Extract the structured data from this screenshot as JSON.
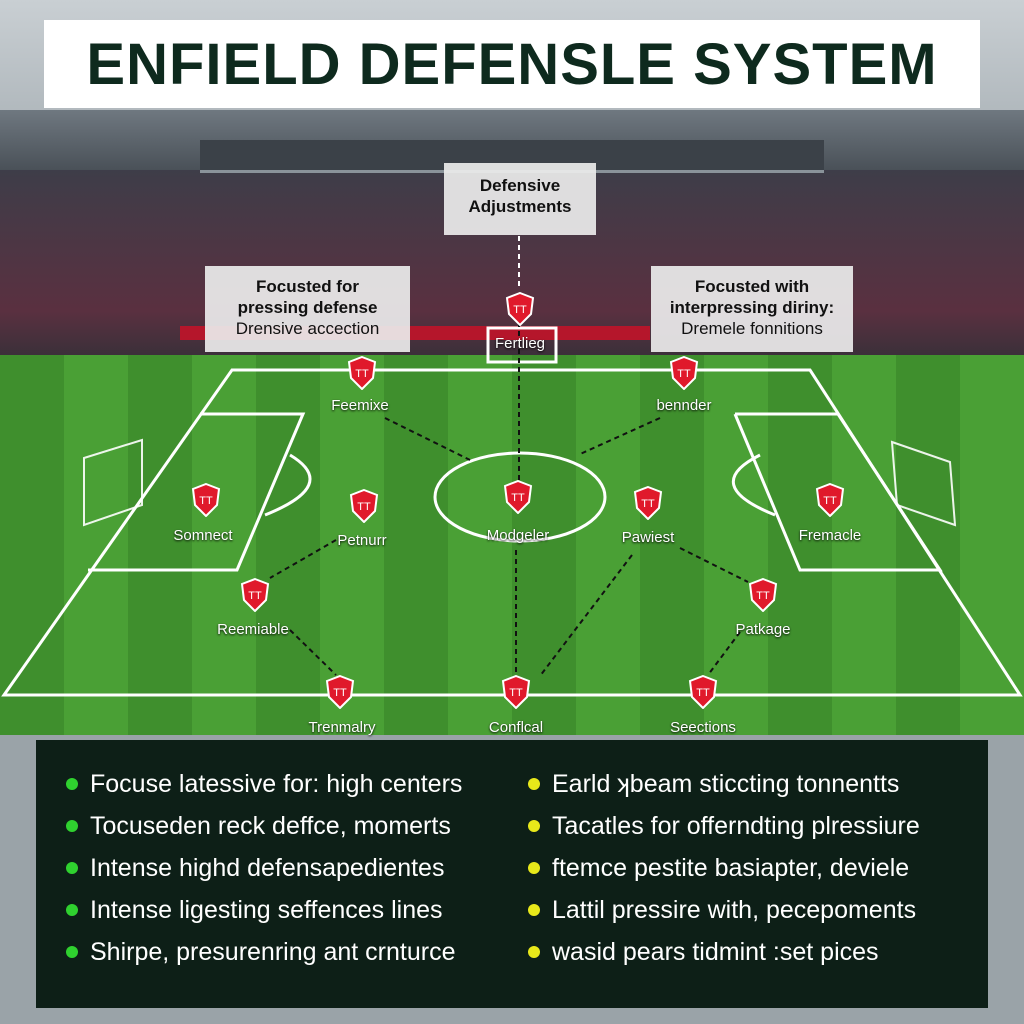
{
  "title": "ENFIELD DEFENSLE SYSTEM",
  "colors": {
    "pin": "#e0192b",
    "green_bullet": "#2fd12f",
    "yellow_bullet": "#e8e81a",
    "legend_bg": "#0d1f17",
    "title_text": "#0e2a1e"
  },
  "callouts": {
    "top": {
      "line1": "Defensive",
      "line2": "Adjustments"
    },
    "left": {
      "line1": "Focusted for",
      "line2": "pressing defense",
      "line3": "Drensive accection"
    },
    "right": {
      "line1": "Focusted with",
      "line2": "interpressing diriny:",
      "line3": "Dremele fonnitions"
    }
  },
  "goal_label": "Fertlieg",
  "players": [
    {
      "label": "Feemixe",
      "icon": "shield-icon"
    },
    {
      "label": "bennder",
      "icon": "shield-icon"
    },
    {
      "label": "Somnect",
      "icon": "shield-icon"
    },
    {
      "label": "Petnurr",
      "icon": "shield-icon"
    },
    {
      "label": "Modgeler",
      "icon": "shield-icon"
    },
    {
      "label": "Pawiest",
      "icon": "shield-icon"
    },
    {
      "label": "Fremacle",
      "icon": "shield-icon"
    },
    {
      "label": "Reemiable",
      "icon": "shield-icon"
    },
    {
      "label": "Patkage",
      "icon": "shield-icon"
    },
    {
      "label": "Trenmalry",
      "icon": "shield-icon"
    },
    {
      "label": "Conflcal",
      "icon": "shield-icon"
    },
    {
      "label": "Seections",
      "icon": "shield-icon"
    }
  ],
  "legend": {
    "left": [
      "Focuse latessive for: high centers",
      "Tocuseden reck deffce, momerts",
      "Intense highd defensapedientes",
      "Intense ligesting seffences lines",
      "Shirpe, presurenring ant crnturce"
    ],
    "right": [
      "Earld ʞbeam sticcting tonnentts",
      "Tacatles for offerndting plressiure",
      "ftemce pestite basiapter, deviele",
      "Lattil pressire with, pecepoments",
      "wasid pears tidmint :set pices"
    ]
  }
}
